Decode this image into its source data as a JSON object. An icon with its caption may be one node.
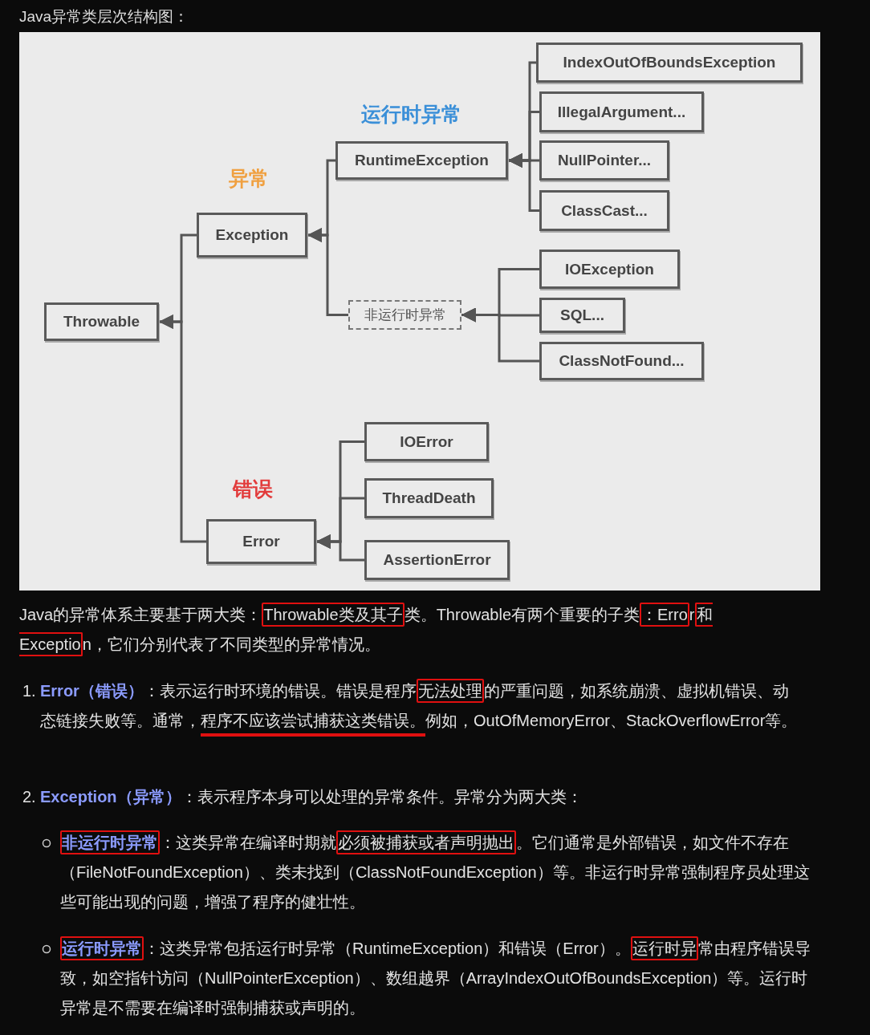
{
  "diagram": {
    "title": "Java异常类层次结构图：",
    "nodes": [
      {
        "text": [
          "Throwable"
        ]
      },
      {
        "text": [
          "Exception"
        ],
        "beside": [
          "异常"
        ]
      },
      {
        "text": [
          "Error"
        ],
        "beside": [
          "错误"
        ]
      },
      {
        "text": [
          "RuntimeException"
        ],
        "beside": [
          "运行时异常"
        ]
      },
      {
        "text": [
          "非运行时异常"
        ]
      },
      {
        "text": [
          "IndexOutOfBoundsException"
        ]
      },
      {
        "text": [
          "IllegalArgument..."
        ]
      },
      {
        "text": [
          "NullPointer..."
        ]
      },
      {
        "text": [
          "ClassCast..."
        ]
      },
      {
        "text": [
          "IOException"
        ]
      },
      {
        "text": [
          "SQL..."
        ]
      },
      {
        "text": [
          "ClassNotFound..."
        ]
      },
      {
        "text": [
          "IOError"
        ]
      },
      {
        "text": [
          "ThreadDeath"
        ]
      },
      {
        "text": [
          "AssertionError"
        ]
      }
    ],
    "edges": [
      {
        "from": 1,
        "to": 0,
        "arrow": "to"
      },
      {
        "from": 2,
        "to": 0,
        "arrow": "to"
      },
      {
        "from": 3,
        "to": 1,
        "arrow": "to"
      },
      {
        "from": 4,
        "to": 1,
        "arrow": "to"
      },
      {
        "from": 5,
        "to": 3,
        "arrow": "to"
      },
      {
        "from": 6,
        "to": 3,
        "arrow": "to"
      },
      {
        "from": 7,
        "to": 3,
        "arrow": "to"
      },
      {
        "from": 8,
        "to": 3,
        "arrow": "to"
      },
      {
        "from": 9,
        "to": 4,
        "arrow": "to"
      },
      {
        "from": 10,
        "to": 4,
        "arrow": "to"
      },
      {
        "from": 11,
        "to": 4,
        "arrow": "to"
      },
      {
        "from": 12,
        "to": 2,
        "arrow": "to"
      },
      {
        "from": 13,
        "to": 2,
        "arrow": "to"
      },
      {
        "from": 14,
        "to": 2,
        "arrow": "to"
      }
    ],
    "labels": [
      "Java的异常体系主要基于两大类：Throwable类及其子类。Throwable有两个重要的子类：Error和Exception，它们分别代表了不同类型的异常情况。",
      "1.",
      "**Error（错误）**：表示运行时环境的错误。错误是程序无法处理的严重问题，如系统崩溃、虚拟机错误、动态链接失败等。通常，程序不应该尝试捕获这类错误。例如，OutOfMemoryError、StackOverflowError等。",
      "2.",
      "**Exception（异常）**：表示程序本身可以处理的异常条件。异常分为两大类：",
      "**非运行时异常**：这类异常在编译时期就必须被捕获或者声明抛出。它们通常是外部错误，如文件不存在（FileNotFoundException）、类未找到（ClassNotFoundException）等。非运行时异常强制程序员处理这些可能出现的问题，增强了程序的健壮性。",
      "**运行时异常**：这类异常包括运行时异常（RuntimeException）和错误（Error）。运行时异常由程序错误导致，如空指针访问（NullPointerException）、数组越界（ArrayIndexOutOfBoundsException）等。运行时异常是不需要在编译时强制捕获或声明的。"
    ]
  }
}
